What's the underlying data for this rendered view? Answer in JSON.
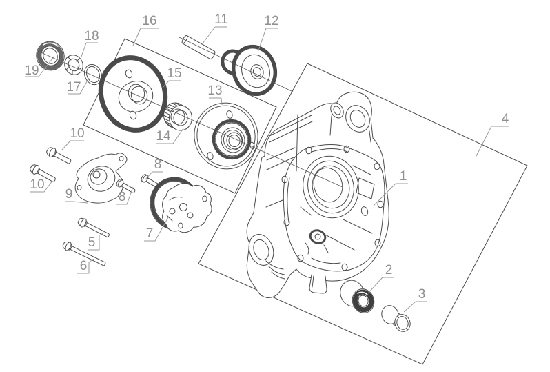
{
  "diagram": {
    "type": "exploded-parts-diagram",
    "subject": "engine crankcase assembly",
    "colors": {
      "background": "#ffffff",
      "line": "#4a4a4a",
      "callout": "#909090",
      "seal_band": "#666666",
      "bearing_face": "#3f3f3f"
    },
    "callouts": {
      "c1": "1",
      "c2": "2",
      "c3": "3",
      "c4": "4",
      "c5": "5",
      "c6": "6",
      "c7": "7",
      "c8a": "8",
      "c8b": "8",
      "c9": "9",
      "c10a": "10",
      "c10b": "10",
      "c11": "11",
      "c12": "12",
      "c13": "13",
      "c14": "14",
      "c15": "15",
      "c16": "16",
      "c17": "17",
      "c18": "18",
      "c19": "19"
    }
  }
}
